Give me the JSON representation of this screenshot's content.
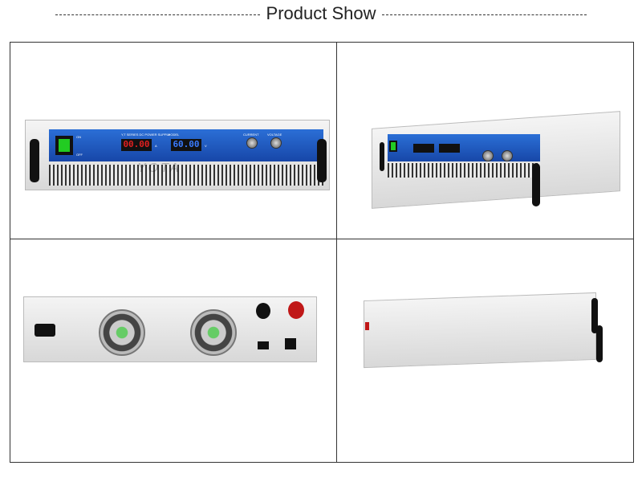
{
  "title": "Product Show",
  "front": {
    "series": "Y,T SERIES DC POWER SUPPLY",
    "model": "MODEL",
    "current_display": "00.00",
    "voltage_display": "60.00",
    "unit_a": "A",
    "unit_v": "V",
    "on": "ON",
    "off": "OFF",
    "current_label": "CURRENT",
    "voltage_label": "VOLTAGE",
    "watermark": "YOTA"
  },
  "colors": {
    "panel_blue": "#1f5cc4",
    "current_digits": "#e02020",
    "voltage_digits": "#3a7bff",
    "terminal_red": "#c01818"
  }
}
